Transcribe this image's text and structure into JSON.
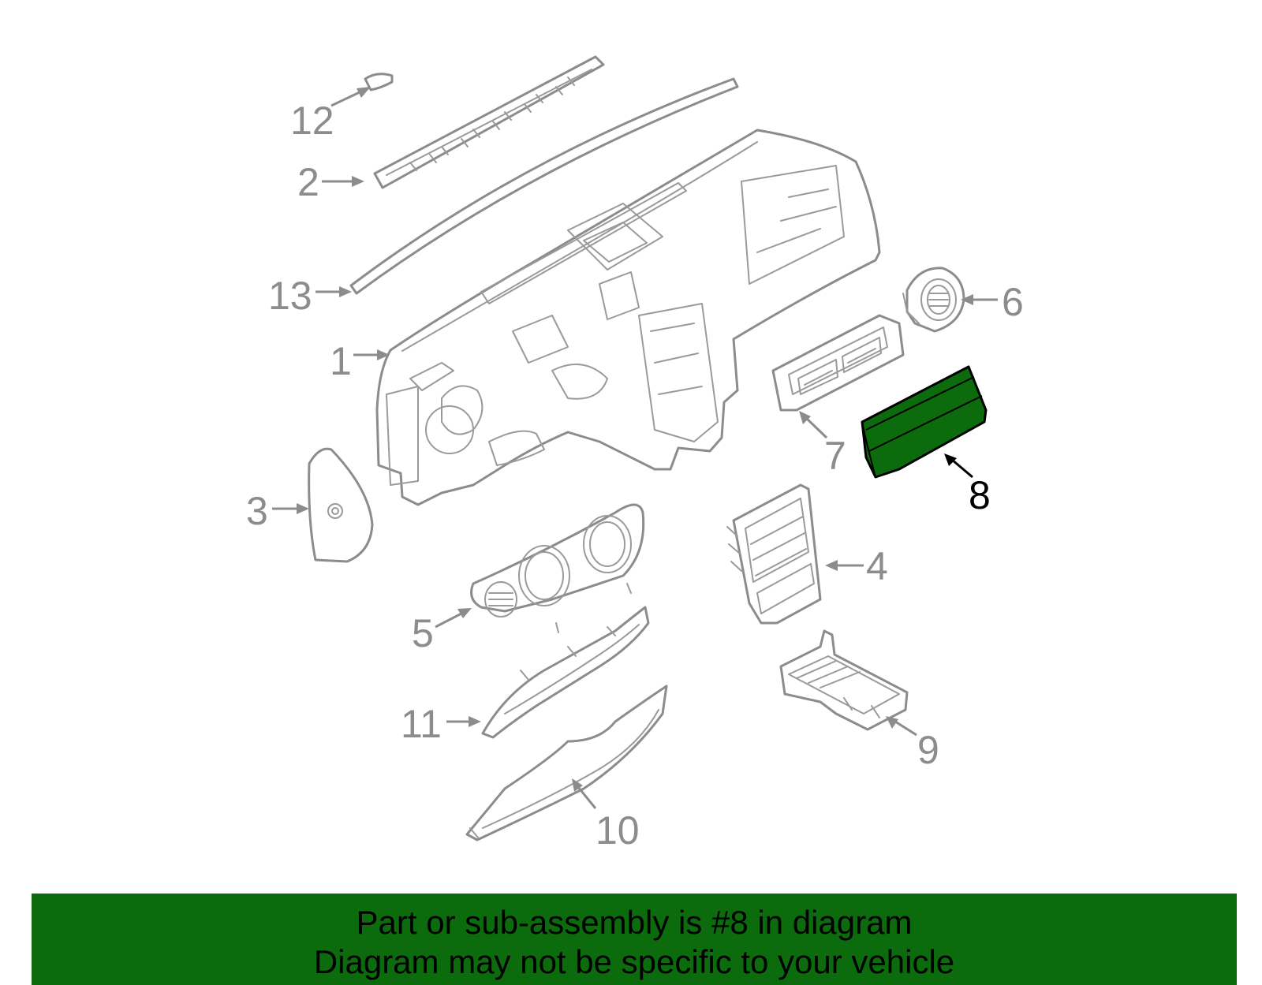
{
  "diagram": {
    "highlight_part": "8",
    "highlight_color": "#0c6b0c",
    "line_color": "#8c8c8c",
    "callouts": [
      {
        "label": "12"
      },
      {
        "label": "2"
      },
      {
        "label": "13"
      },
      {
        "label": "1"
      },
      {
        "label": "3"
      },
      {
        "label": "5"
      },
      {
        "label": "11"
      },
      {
        "label": "10"
      },
      {
        "label": "6"
      },
      {
        "label": "7"
      },
      {
        "label": "8"
      },
      {
        "label": "4"
      },
      {
        "label": "9"
      }
    ]
  },
  "banner": {
    "line1": "Part or sub-assembly is #8 in diagram",
    "line2": "Diagram may not be specific to your vehicle",
    "background": "#0c6b0c"
  }
}
